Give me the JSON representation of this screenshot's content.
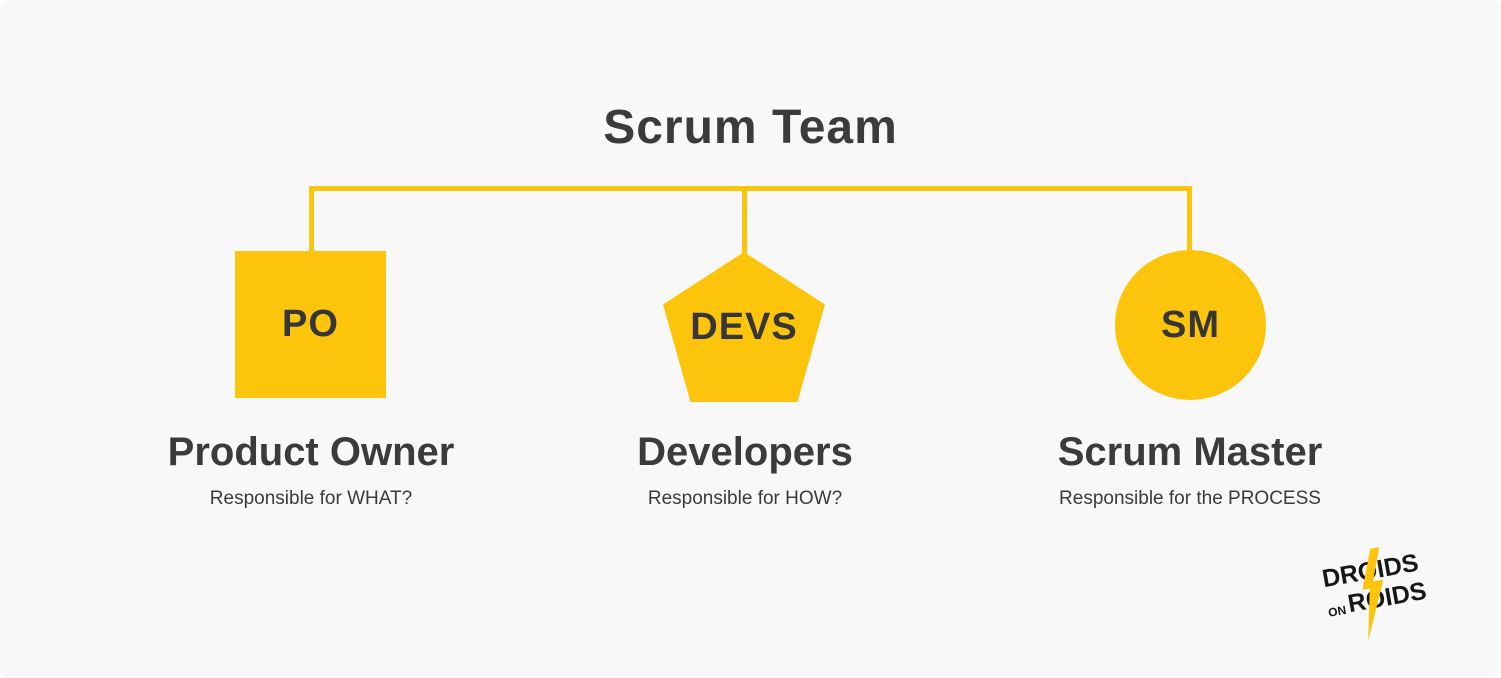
{
  "title": "Scrum Team",
  "colors": {
    "accent_yellow": "#FCC50B",
    "text_dark": "#3B3B3B",
    "background": "#F8F8F8",
    "logo_black": "#171717"
  },
  "roles": [
    {
      "abbr": "PO",
      "shape": "square",
      "name": "Product Owner",
      "responsibility": "Responsible for WHAT?"
    },
    {
      "abbr": "DEVS",
      "shape": "pentagon",
      "name": "Developers",
      "responsibility": "Responsible for HOW?"
    },
    {
      "abbr": "SM",
      "shape": "circle",
      "name": "Scrum Master",
      "responsibility": "Responsible for the PROCESS"
    }
  ],
  "logo": {
    "line1": "DROIDS",
    "line2_small": "ON",
    "line2": "ROIDS"
  }
}
